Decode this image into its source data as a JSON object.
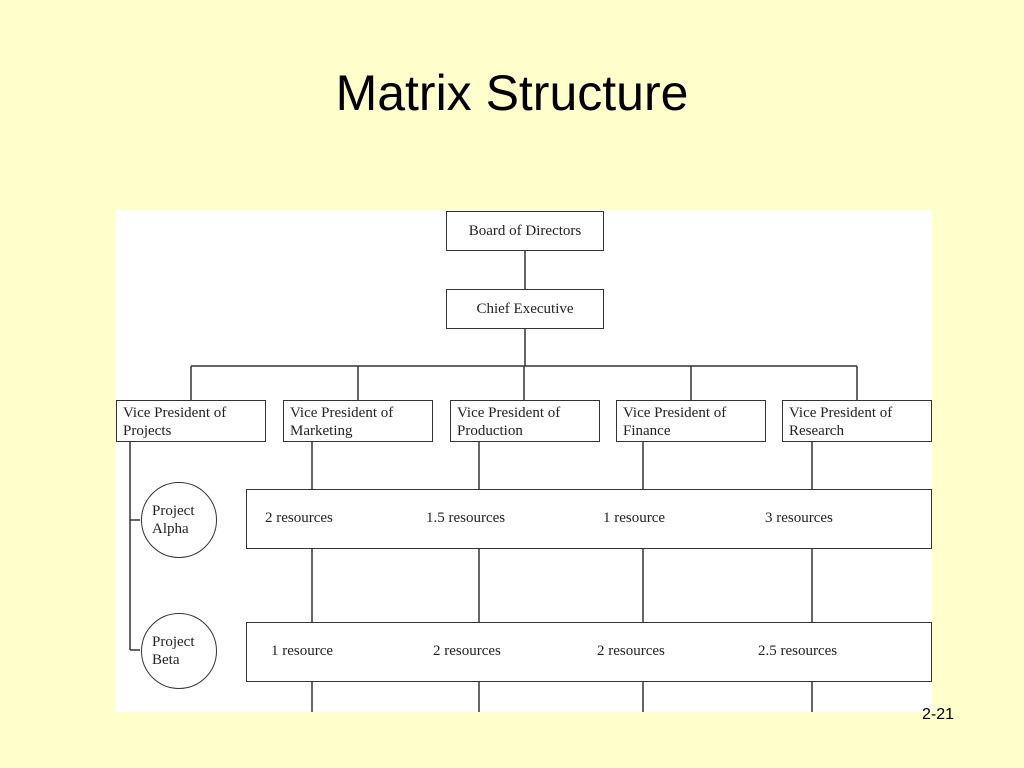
{
  "slide": {
    "title": "Matrix Structure",
    "page_number": "2-21"
  },
  "diagram": {
    "board": "Board of Directors",
    "ceo": "Chief Executive",
    "vps": [
      {
        "line1": "Vice President of",
        "line2": "Projects"
      },
      {
        "line1": "Vice President of",
        "line2": "Marketing"
      },
      {
        "line1": "Vice President of",
        "line2": "Production"
      },
      {
        "line1": "Vice President of",
        "line2": "Finance"
      },
      {
        "line1": "Vice President of",
        "line2": "Research"
      }
    ],
    "projects": [
      {
        "line1": "Project",
        "line2": "Alpha",
        "resources": [
          "2 resources",
          "1.5 resources",
          "1 resource",
          "3 resources"
        ]
      },
      {
        "line1": "Project",
        "line2": "Beta",
        "resources": [
          "1 resource",
          "2 resources",
          "2 resources",
          "2.5 resources"
        ]
      }
    ]
  }
}
